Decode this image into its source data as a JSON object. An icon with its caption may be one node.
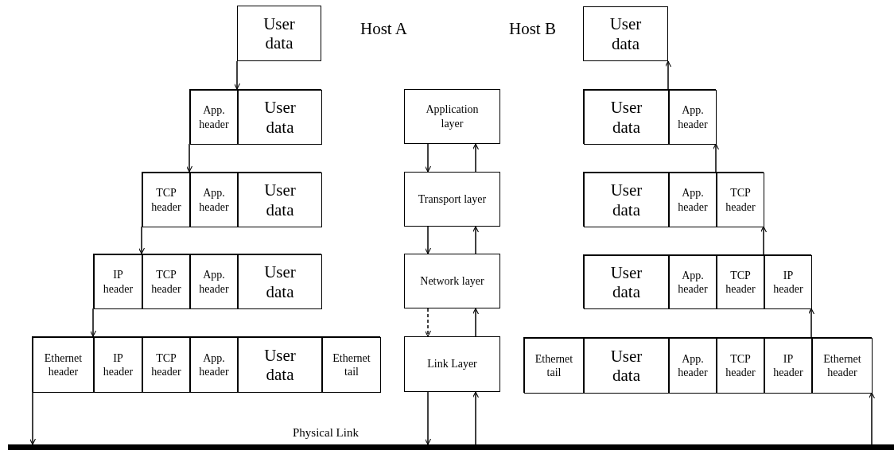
{
  "diagram": {
    "nodes": [
      {
        "text": [
          "User data"
        ]
      },
      {
        "text": [],
        "shape": "box"
      },
      {
        "text": [
          "App. header"
        ],
        "in": 1
      },
      {
        "text": [
          "User data"
        ],
        "in": 1
      },
      {
        "text": [],
        "shape": "box"
      },
      {
        "text": [
          "TCP header"
        ],
        "in": 4
      },
      {
        "text": [
          "App. header"
        ],
        "in": 4
      },
      {
        "text": [
          "User data"
        ],
        "in": 4
      },
      {
        "text": [],
        "shape": "box"
      },
      {
        "text": [
          "IP header"
        ],
        "in": 8
      },
      {
        "text": [
          "TCP header"
        ],
        "in": 8
      },
      {
        "text": [
          "App. header"
        ],
        "in": 8
      },
      {
        "text": [
          "User data"
        ],
        "in": 8
      },
      {
        "text": [],
        "shape": "box"
      },
      {
        "text": [
          "Ethernet header"
        ],
        "in": 13
      },
      {
        "text": [
          "IP header"
        ],
        "in": 13
      },
      {
        "text": [
          "TCP header"
        ],
        "in": 13
      },
      {
        "text": [
          "App. header"
        ],
        "in": 13
      },
      {
        "text": [
          "User data"
        ],
        "in": 13
      },
      {
        "text": [
          "Ethernet tail"
        ],
        "in": 13
      },
      {
        "text": [
          "Application layer"
        ]
      },
      {
        "text": [
          "Transport layer"
        ]
      },
      {
        "text": [
          "Network layer"
        ]
      },
      {
        "text": [
          "Link Layer"
        ]
      },
      {
        "text": [
          "User data"
        ]
      },
      {
        "text": [],
        "shape": "box"
      },
      {
        "text": [
          "User data"
        ],
        "in": 25
      },
      {
        "text": [
          "App. header"
        ],
        "in": 25
      },
      {
        "text": [],
        "shape": "box"
      },
      {
        "text": [
          "User data"
        ],
        "in": 28
      },
      {
        "text": [
          "App. header"
        ],
        "in": 28
      },
      {
        "text": [
          "TCP header"
        ],
        "in": 28
      },
      {
        "text": [],
        "shape": "box"
      },
      {
        "text": [
          "User data"
        ],
        "in": 32
      },
      {
        "text": [
          "App. header"
        ],
        "in": 32
      },
      {
        "text": [
          "TCP header"
        ],
        "in": 32
      },
      {
        "text": [
          "IP header"
        ],
        "in": 32
      },
      {
        "text": [],
        "shape": "box"
      },
      {
        "text": [
          "Ethernet tail"
        ],
        "in": 37
      },
      {
        "text": [
          "User data"
        ],
        "in": 37
      },
      {
        "text": [
          "App. header"
        ],
        "in": 37
      },
      {
        "text": [
          "TCP header"
        ],
        "in": 37
      },
      {
        "text": [
          "IP header"
        ],
        "in": 37
      },
      {
        "text": [
          "Ethernet header"
        ],
        "in": 37
      },
      {
        "text": [
          "Physical Link"
        ]
      }
    ],
    "edges": [
      {
        "from": 0,
        "to": 1,
        "arrow": "to"
      },
      {
        "from": 1,
        "to": 4,
        "arrow": "to"
      },
      {
        "from": 4,
        "to": 8,
        "arrow": "to"
      },
      {
        "from": 8,
        "to": 13,
        "arrow": "to"
      },
      {
        "from": 13,
        "to": 44,
        "arrow": "to"
      },
      {
        "from": 20,
        "to": 21,
        "arrow": "to"
      },
      {
        "from": 21,
        "to": 20,
        "arrow": "to"
      },
      {
        "from": 21,
        "to": 22,
        "arrow": "to"
      },
      {
        "from": 22,
        "to": 21,
        "arrow": "to"
      },
      {
        "from": 22,
        "to": 23,
        "arrow": "to",
        "style": "dashed"
      },
      {
        "from": 23,
        "to": 22,
        "arrow": "to"
      },
      {
        "from": 23,
        "to": 44,
        "arrow": "to"
      },
      {
        "from": 44,
        "to": 23,
        "arrow": "to"
      },
      {
        "from": 44,
        "to": 37,
        "arrow": "to"
      },
      {
        "from": 37,
        "to": 32,
        "arrow": "to"
      },
      {
        "from": 32,
        "to": 28,
        "arrow": "to"
      },
      {
        "from": 28,
        "to": 25,
        "arrow": "to"
      },
      {
        "from": 25,
        "to": 24,
        "arrow": "to"
      }
    ],
    "labels": [
      "Host A",
      "Host B"
    ]
  }
}
